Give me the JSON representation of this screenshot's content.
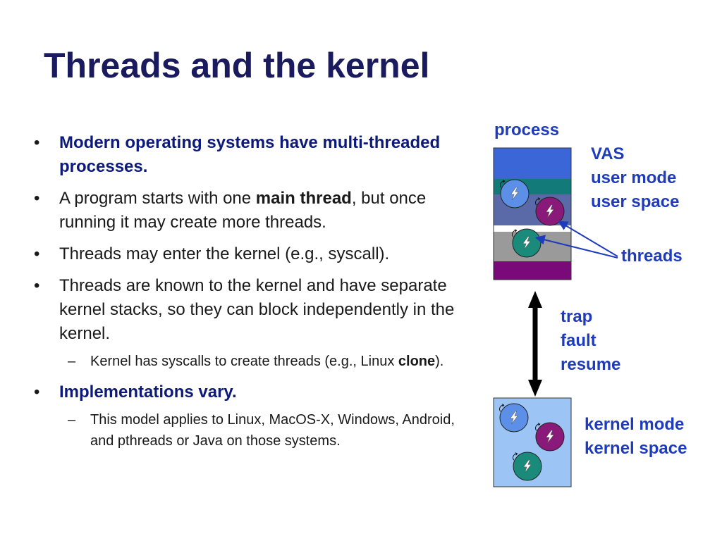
{
  "title": "Threads and the kernel",
  "bullets": [
    {
      "parts": [
        {
          "text": "Modern operating systems have multi-threaded processes.",
          "style": "bold-navy"
        }
      ]
    },
    {
      "parts": [
        {
          "text": "A program starts with one "
        },
        {
          "text": "main thread",
          "style": "bold"
        },
        {
          "text": ", but once running it may create more threads."
        }
      ]
    },
    {
      "parts": [
        {
          "text": "Threads may enter the kernel (e.g., syscall)."
        }
      ]
    },
    {
      "parts": [
        {
          "text": "Threads are known to the kernel and have separate kernel stacks, so they can block independently in the kernel."
        }
      ]
    },
    {
      "level": 2,
      "parts": [
        {
          "text": "Kernel has syscalls to create threads (e.g., Linux "
        },
        {
          "text": "clone",
          "style": "bold"
        },
        {
          "text": ")."
        }
      ]
    },
    {
      "parts": [
        {
          "text": "Implementations vary.",
          "style": "bold-navy"
        }
      ]
    },
    {
      "level": 2,
      "parts": [
        {
          "text": "This model applies to Linux, MacOS-X, Windows, Android, and pthreads or Java on those systems."
        }
      ]
    }
  ],
  "bullet_glyph": "•",
  "sub_bullet_glyph": "–",
  "diagram": {
    "process_label": "process",
    "vas_lines": [
      "VAS",
      "user mode",
      "user space"
    ],
    "threads_label": "threads",
    "transition_lines": [
      "trap",
      "fault",
      "resume"
    ],
    "kernel_lines": [
      "kernel mode",
      "kernel space"
    ],
    "thread_icon": "lightning-bolt-icon",
    "colors": {
      "label_blue": "#1f3bbd",
      "band_blue": "#3a66d8",
      "band_teal": "#137a7a",
      "band_slate": "#5a6aa8",
      "band_gray": "#9a9a9a",
      "band_purple": "#7a0a7a",
      "kernel_fill": "#9cc4f4",
      "thread_blue": "#5b8fe8",
      "thread_purple": "#8a1a7a",
      "thread_teal": "#1a8a7a"
    }
  }
}
